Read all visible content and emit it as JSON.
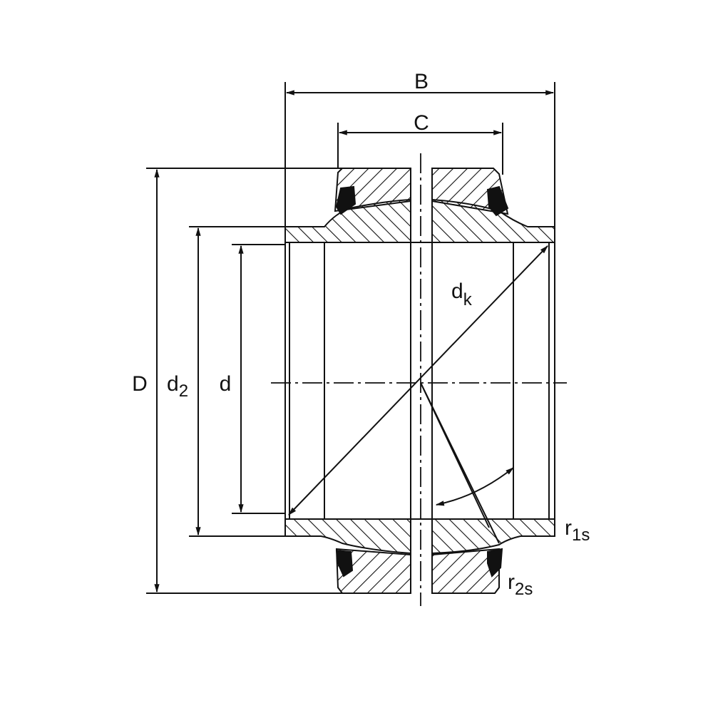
{
  "diagram": {
    "labels": {
      "width_outer": "B",
      "width_inner": "C",
      "outer_diameter": "D",
      "shoulder_diameter": "d2",
      "shoulder_diameter_main": "d",
      "shoulder_diameter_sub": "2",
      "bore_diameter": "d",
      "sphere_diameter_main": "d",
      "sphere_diameter_sub": "k",
      "chamfer_1_main": "r",
      "chamfer_1_sub": "1s",
      "chamfer_2_main": "r",
      "chamfer_2_sub": "2s"
    },
    "colors": {
      "line": "#111111",
      "background": "#ffffff"
    }
  }
}
